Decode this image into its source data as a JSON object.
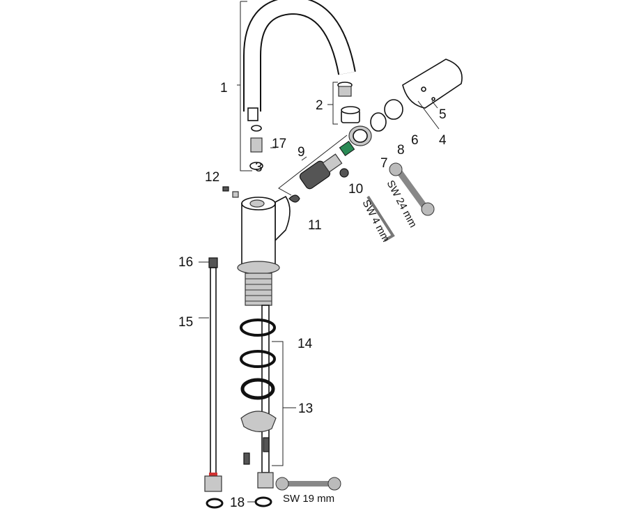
{
  "title": "Exploded parts diagram of kitchen faucet",
  "labels": {
    "p1": "1",
    "p2": "2",
    "p3": "3",
    "p4": "4",
    "p5": "5",
    "p6": "6",
    "p7": "7",
    "p8": "8",
    "p9": "9",
    "p10": "10",
    "p11": "11",
    "p12": "12",
    "p13": "13",
    "p14": "14",
    "p15": "15",
    "p16": "16",
    "p17": "17",
    "p18": "18"
  },
  "tools": {
    "wrench_24": "SW 24 mm",
    "hex_key_4": "SW 4 mm",
    "wrench_19": "SW 19 mm"
  },
  "colors": {
    "highlight_green": "#2a8a55",
    "hose_red": "#d03030"
  }
}
